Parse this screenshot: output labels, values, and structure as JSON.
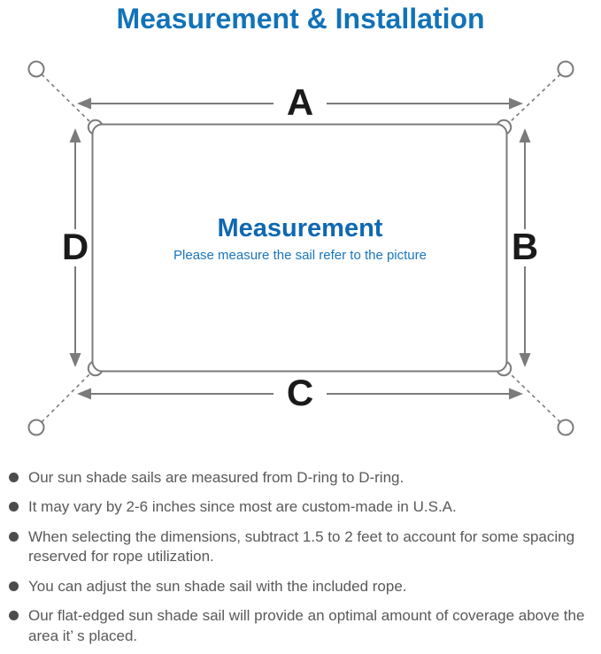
{
  "title": "Measurement & Installation",
  "diagram": {
    "dimension_labels": {
      "top": "A",
      "right": "B",
      "bottom": "C",
      "left": "D"
    },
    "center": {
      "heading": "Measurement",
      "subtitle": "Please measure the sail refer to the picture"
    }
  },
  "notes": {
    "items": [
      "Our sun shade sails are measured from D-ring to D-ring.",
      "It may vary by 2-6 inches since most are custom-made in U.S.A.",
      "When selecting the dimensions, subtract 1.5 to 2 feet to account for some spacing reserved for rope utilization.",
      "You can adjust the sun shade sail with the included rope.",
      "Our flat-edged sun shade sail will provide an optimal amount of coverage above the area it’ s placed."
    ]
  },
  "colors": {
    "title_blue": "#1273b8",
    "center_heading_blue": "#0f68b1",
    "center_subtitle_blue": "#1b75bb",
    "diagram_line_gray": "#7b7b7b",
    "dimension_label_black": "#1a1a1a",
    "note_text_gray": "#58595b"
  }
}
